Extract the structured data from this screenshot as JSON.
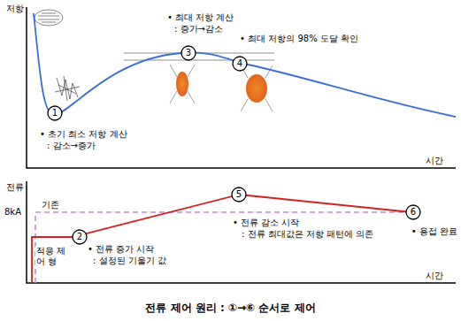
{
  "diagram": {
    "caption": "전류 제어 원리 : ①→⑥ 순서로 제어",
    "nodes": [
      {
        "text": [
          "1"
        ]
      },
      {
        "text": [
          "3"
        ]
      },
      {
        "text": [
          "4"
        ]
      },
      {
        "text": [
          "2"
        ]
      },
      {
        "text": [
          "5"
        ]
      },
      {
        "text": [
          "6"
        ]
      }
    ],
    "labels": [
      "저항",
      "시간",
      "• 초기 최소 저항 계산",
      ": 감소→증가",
      "• 최대 저항 계산",
      ": 증가→감소",
      "• 최대 저항의 98% 도달 확인",
      "전류",
      "8kA",
      "기존",
      "적응 제어 형",
      "• 전류 증가 시작",
      ": 설정된 기울기 값",
      "• 전류 감소 시작",
      ": 전류 최대값은 저항 패턴에 의존",
      "• 용접 완료",
      "시간"
    ]
  }
}
